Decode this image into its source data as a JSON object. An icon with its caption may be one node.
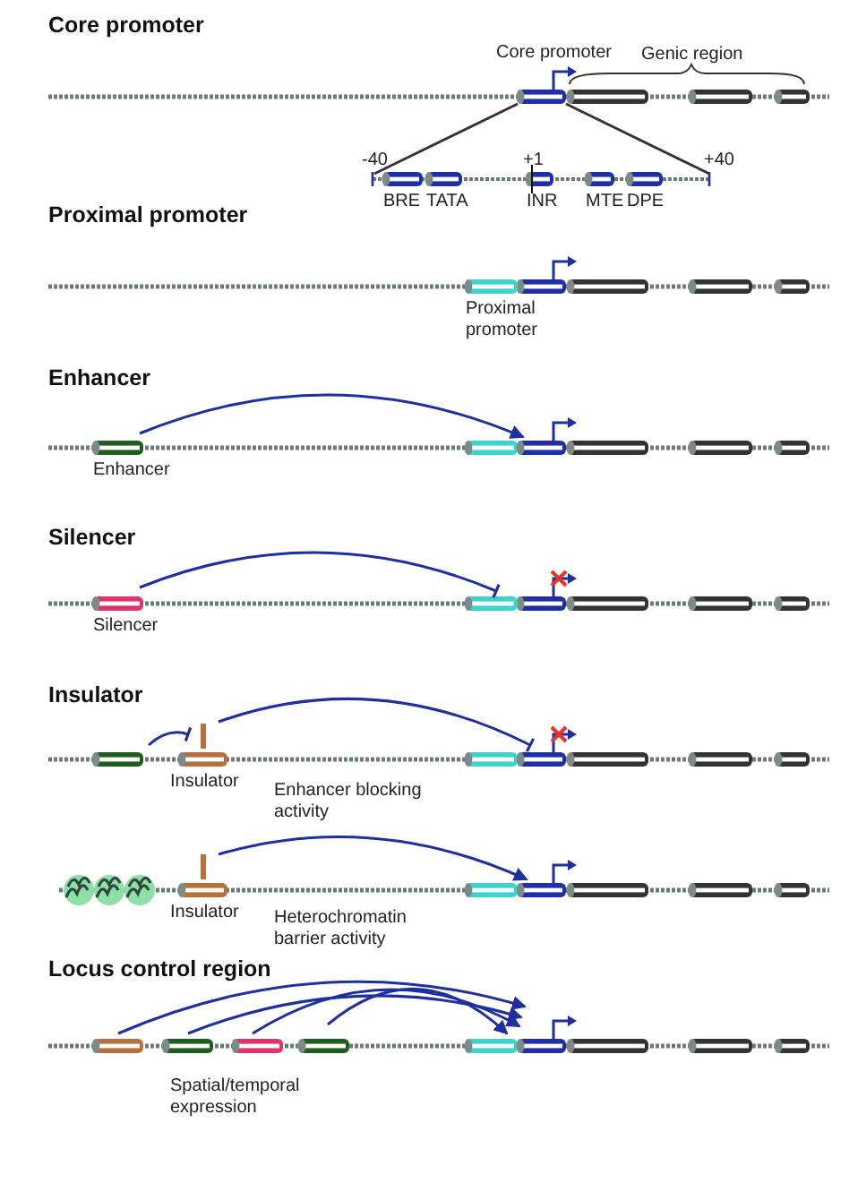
{
  "diagram": {
    "nodes": [
      {
        "text": [],
        "shape": "cylinder",
        "beside": [
          "Core promoter"
        ]
      },
      {
        "text": [],
        "shape": "bar"
      },
      {
        "text": [],
        "shape": "cylinder",
        "beside": [
          "BRE"
        ],
        "in": 1
      },
      {
        "text": [],
        "shape": "cylinder",
        "beside": [
          "TATA"
        ],
        "in": 1
      },
      {
        "text": [],
        "shape": "cylinder",
        "beside": [
          "INR"
        ],
        "in": 1
      },
      {
        "text": [],
        "shape": "cylinder",
        "beside": [
          "MTE"
        ],
        "in": 1
      },
      {
        "text": [],
        "shape": "cylinder",
        "beside": [
          "DPE"
        ],
        "in": 1
      },
      {
        "text": [],
        "shape": "cylinder",
        "beside": [
          "Proximal promoter"
        ]
      },
      {
        "text": [],
        "shape": "cylinder",
        "beside": [
          "Enhancer"
        ]
      },
      {
        "text": [],
        "shape": "cylinder"
      },
      {
        "text": [],
        "shape": "cylinder",
        "beside": [
          "Silencer"
        ]
      },
      {
        "text": [],
        "shape": "cylinder"
      },
      {
        "text": [],
        "shape": "cylinder"
      },
      {
        "text": [],
        "shape": "cylinder",
        "beside": [
          "Insulator"
        ]
      },
      {
        "text": [],
        "shape": "cylinder"
      },
      {
        "text": [],
        "shape": "cylinder",
        "beside": [
          "Insulator"
        ]
      },
      {
        "text": [],
        "shape": "cylinder"
      },
      {
        "text": [],
        "shape": "cylinder"
      },
      {
        "text": [],
        "shape": "cylinder"
      },
      {
        "text": [],
        "shape": "cylinder"
      },
      {
        "text": [],
        "shape": "cylinder"
      },
      {
        "text": [],
        "shape": "cylinder"
      }
    ],
    "edges": [
      {
        "from": 0,
        "to": 1,
        "arrow": "none",
        "color": "#333333"
      },
      {
        "from": 0,
        "to": 1,
        "arrow": "none",
        "color": "#333333"
      },
      {
        "from": 8,
        "to": 9,
        "arrow": "to"
      },
      {
        "from": 10,
        "to": 11,
        "arrow": "other"
      },
      {
        "from": 12,
        "to": 13,
        "arrow": "other"
      },
      {
        "from": 13,
        "to": 14,
        "arrow": "other"
      },
      {
        "from": 15,
        "to": 16,
        "arrow": "to"
      },
      {
        "from": 17,
        "to": 21,
        "arrow": "to"
      },
      {
        "from": 18,
        "to": 21,
        "arrow": "to"
      },
      {
        "from": 19,
        "to": 21,
        "arrow": "to"
      },
      {
        "from": 20,
        "to": 21,
        "arrow": "to"
      }
    ],
    "labels": [
      "Core promoter",
      "Genic region",
      "-40",
      "+1",
      "+40",
      "Proximal promoter",
      "Enhancer",
      "Silencer",
      "Insulator",
      "Enhancer blocking activity",
      "Heterochromatin barrier activity",
      "Locus control region",
      "Spatial/temporal expression"
    ]
  }
}
